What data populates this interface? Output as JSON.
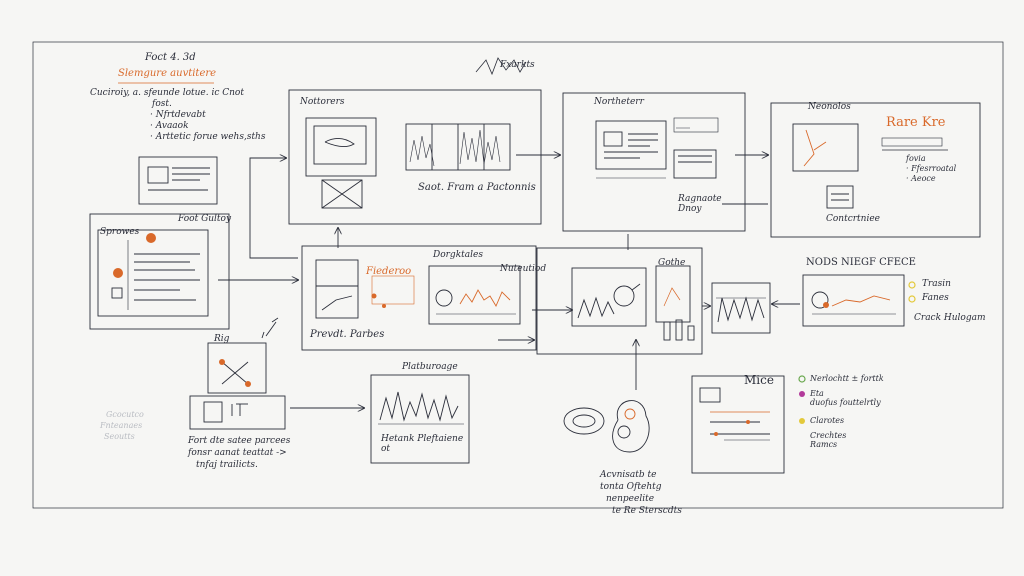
{
  "colors": {
    "paper": "#f6f6f4",
    "ink": "#2b2e3a",
    "accent": "#d9692a",
    "highlight_yellow": "#e3c93a",
    "highlight_purple": "#b23a9a",
    "highlight_green": "#6aa84f"
  },
  "header": {
    "title": "Foct 4. 3d",
    "subtitle": "Slemgure auvtitere",
    "note_lines": [
      "Cuciroiy, a. sfeunde lotue. ic Cnot",
      "fost.",
      "· Nfrtdevabt",
      "· Avaaok",
      "· Arttetic forue wehs,sths"
    ],
    "scribble": "Fxarkts"
  },
  "boxes": {
    "top_left": {
      "title": "Nottorers",
      "caption": "Saot. Fram a Pactonnis"
    },
    "top_middle": {
      "title": "Northeterr",
      "caption": "Ragnaote\nDnoy"
    },
    "top_right": {
      "title": "Neonolos",
      "heading": "Rare Kre",
      "list": [
        "fovia",
        "· Ffesrroatal",
        "· Aeoce"
      ],
      "footer": "Contcrtniee"
    },
    "left": {
      "title": "Sprowes",
      "side_label": "Foot Gultoy"
    },
    "center_left": {
      "label": "Fiederoo",
      "caption": "Prevdt. Parbes"
    },
    "center_mid": {
      "title": "Dorgktales",
      "label": "Nuteutiod"
    },
    "center_right": {
      "label": "Gothe"
    },
    "right_center": {
      "title": "NODS NIEGF CFECE",
      "legend": [
        "Trasin",
        "Fanes",
        "Crack Hulogam"
      ]
    },
    "big": {
      "label": "Rig",
      "caption_lines": [
        "Fort dte satee parcees",
        "fonsr aanat teattat ->",
        "tnfaj trailicts."
      ]
    },
    "playback": {
      "title": "Platburoage",
      "caption": "Hetank Pleftaiene\not"
    },
    "mice": {
      "title": "Mice",
      "list": [
        "Nerlochtt ± forttk",
        "Eta\nduofus fouttelrtly",
        "Clarotes",
        "Crechtes\nRamcs"
      ]
    },
    "bottom_center": {
      "caption_lines": [
        "Acvnisatb te",
        "tonta Oftehtg",
        "nenpeelite",
        "te Re Sterscdts"
      ]
    },
    "faint_note": {
      "lines": [
        "Gcocutco",
        "Fnteanaes",
        "Seoutts"
      ]
    }
  }
}
